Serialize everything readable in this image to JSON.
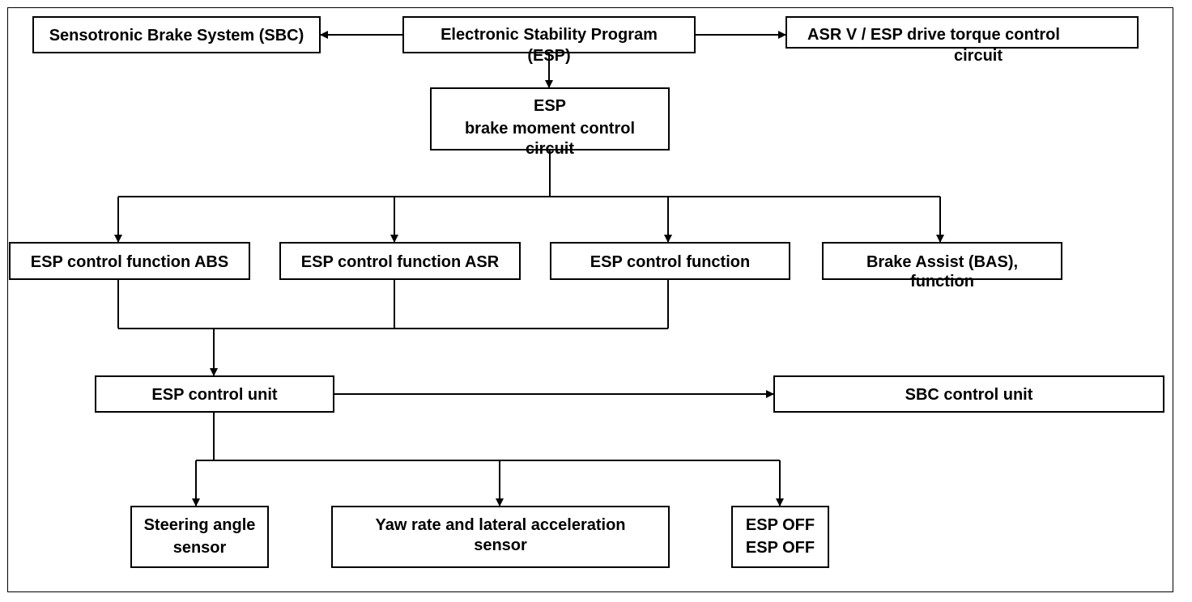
{
  "diagram": {
    "nodes": {
      "sbc_system": [
        "Sensotronic Brake System (SBC)"
      ],
      "esp_program": [
        "Electronic Stability Program",
        "(ESP)"
      ],
      "asr_circuit": [
        "ASR V / ESP drive torque control",
        "circuit"
      ],
      "esp_brake": [
        "ESP",
        "brake moment control",
        "circuit"
      ],
      "abs_func": [
        "ESP control function ABS"
      ],
      "asr_func": [
        "ESP control function ASR"
      ],
      "esp_func": [
        "ESP control function"
      ],
      "bas_func": [
        "Brake Assist (BAS),",
        "function"
      ],
      "esp_unit": [
        "ESP control unit"
      ],
      "sbc_unit": [
        "SBC control unit"
      ],
      "steering": [
        "Steering angle",
        "sensor"
      ],
      "yaw": [
        "Yaw rate and lateral acceleration",
        "sensor"
      ],
      "esp_off": [
        "ESP OFF",
        "ESP OFF"
      ]
    },
    "edges": [
      {
        "from": "esp_program",
        "to": "sbc_system"
      },
      {
        "from": "esp_program",
        "to": "asr_circuit"
      },
      {
        "from": "esp_program",
        "to": "esp_brake"
      },
      {
        "from": "esp_brake",
        "to": "abs_func"
      },
      {
        "from": "esp_brake",
        "to": "asr_func"
      },
      {
        "from": "esp_brake",
        "to": "esp_func"
      },
      {
        "from": "esp_brake",
        "to": "bas_func"
      },
      {
        "from": "abs_func",
        "to": "esp_unit"
      },
      {
        "from": "asr_func",
        "to": "esp_unit"
      },
      {
        "from": "esp_func",
        "to": "esp_unit"
      },
      {
        "from": "esp_unit",
        "to": "sbc_unit"
      },
      {
        "from": "esp_unit",
        "to": "steering"
      },
      {
        "from": "esp_unit",
        "to": "yaw"
      },
      {
        "from": "esp_unit",
        "to": "esp_off"
      }
    ]
  }
}
